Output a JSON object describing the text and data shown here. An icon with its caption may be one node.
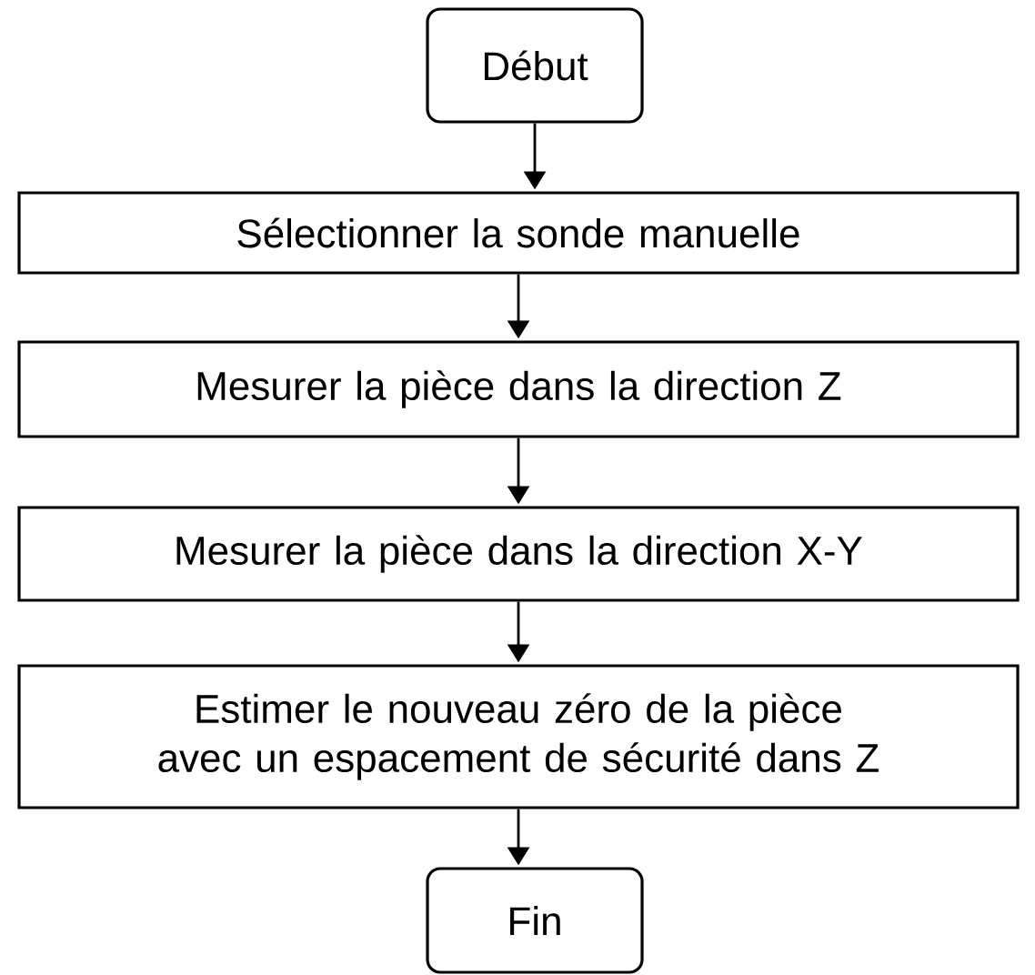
{
  "diagram": {
    "nodes": [
      {
        "text": [
          "Début"
        ]
      },
      {
        "text": [
          "Sélectionner la sonde manuelle"
        ]
      },
      {
        "text": [
          "Mesurer la pièce dans la direction Z"
        ]
      },
      {
        "text": [
          "Mesurer la pièce dans la direction X-Y"
        ]
      },
      {
        "text": [
          "Estimer le nouveau zéro de la pièce avec un espacement de sécurité dans Z"
        ]
      },
      {
        "text": [
          "Fin"
        ]
      }
    ],
    "edges": [
      {
        "from": 0,
        "to": 1,
        "arrow": "to"
      },
      {
        "from": 1,
        "to": 2,
        "arrow": "to"
      },
      {
        "from": 2,
        "to": 3,
        "arrow": "to"
      },
      {
        "from": 3,
        "to": 4,
        "arrow": "to"
      },
      {
        "from": 4,
        "to": 5,
        "arrow": "to"
      }
    ]
  }
}
